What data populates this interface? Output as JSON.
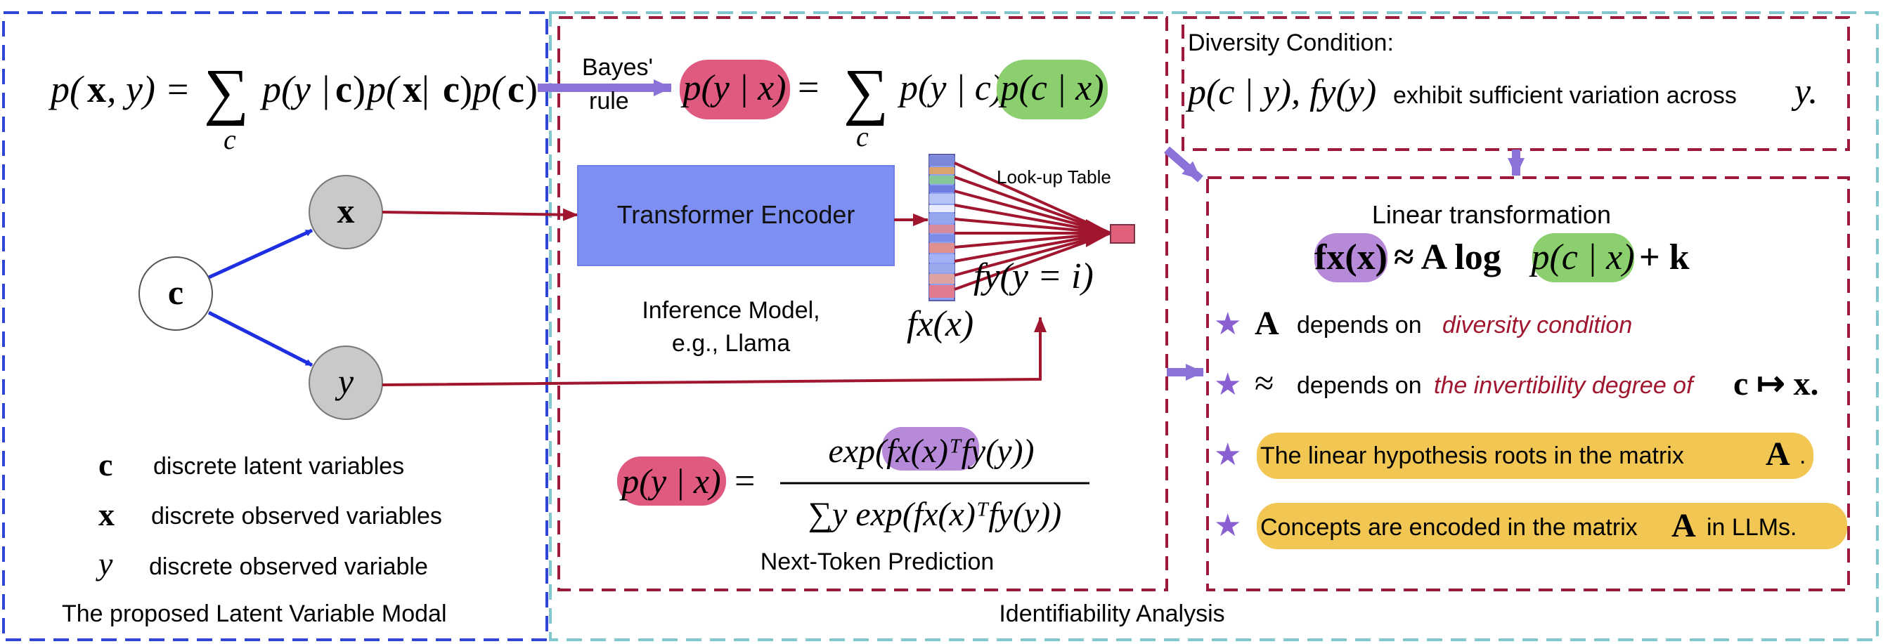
{
  "left_panel": {
    "equation": "p(x, y) = Σ p(y | c)p(x | c)p(c)",
    "eq_p_open": "p(",
    "eq_x": "x",
    "eq_y_rest": ", y) =",
    "eq_sigma": "∑",
    "eq_c_sub": "c",
    "eq_term1": "p(y | ",
    "eq_term1_c": "c",
    "eq_term1_end": ")",
    "eq_term2": "p(",
    "eq_term2_x": "x",
    "eq_term2_mid": " | ",
    "eq_term2_c": "c",
    "eq_term2_end": ")",
    "eq_term3": "p(",
    "eq_term3_c": "c",
    "eq_term3_end": ")",
    "node_c": "c",
    "node_x": "x",
    "node_y": "y",
    "legend": [
      {
        "symbol": "c",
        "text": "discrete latent variables"
      },
      {
        "symbol": "x",
        "text": "discrete observed variables"
      },
      {
        "symbol": "y",
        "text": "discrete observed variable"
      }
    ],
    "caption": "The proposed Latent Variable Modal"
  },
  "middle_panel": {
    "bayes_label_1": "Bayes'",
    "bayes_label_2": "rule",
    "posterior_box": "p(y | x)",
    "eq_equals": "=",
    "eq_sigma": "∑",
    "eq_c_sub": "c",
    "eq_likelihood": "p(y | c)",
    "eq_green_box": "p(c | x)",
    "encoder_label": "Transformer Encoder",
    "lookup_label": "Look-up Table",
    "fy_label": "fy(y = i)",
    "fx_label": "fx(x)",
    "inference_label_1": "Inference Model,",
    "inference_label_2": "e.g., Llama",
    "softmax_lhs": "p(y | x)",
    "softmax_eq": "=",
    "softmax_num": "exp(fx(x)ᵀfy(y))",
    "softmax_den": "∑y exp(fx(x)ᵀfy(y))",
    "next_token_label": "Next-Token Prediction"
  },
  "right_panel": {
    "diversity_title": "Diversity Condition:",
    "diversity_math": "p(c | y), fy(y)",
    "diversity_text": "exhibit sufficient variation across",
    "diversity_y": "y.",
    "lin_title": "Linear transformation",
    "lin_eq_lhs": "fx(x)",
    "lin_eq_mid": "≈ A log",
    "lin_eq_green": "p(c | x)",
    "lin_eq_end": "+ k",
    "bullet1_sym": "A",
    "bullet1_text": "depends on",
    "bullet1_red": "diversity condition",
    "bullet2_sym": "≈",
    "bullet2_text": "depends on",
    "bullet2_red": "the invertibility degree of",
    "bullet2_map": "c ↦ x.",
    "bullet3_text": "The linear hypothesis roots in the matrix",
    "bullet3_sym": "A",
    "bullet3_end": ".",
    "bullet4_text": "Concepts are encoded in the matrix",
    "bullet4_sym": "A",
    "bullet4_end": "in LLMs.",
    "caption": "Identifiability Analysis"
  },
  "colors": {
    "blue_border": "#2f45d6",
    "teal_border": "#80c7cf",
    "red_border": "#9c1a3b",
    "pink_box": "#e05a7f",
    "green_box": "#8ccf6e",
    "purple_box": "#b68ad9",
    "gold_box": "#f1c653",
    "encoder_blue": "#7e8ff3",
    "arrow_blue": "#1d2fe0",
    "arrow_red": "#a0162f",
    "bayes_arrow": "#8a72d8",
    "star": "#8a5fd1"
  }
}
